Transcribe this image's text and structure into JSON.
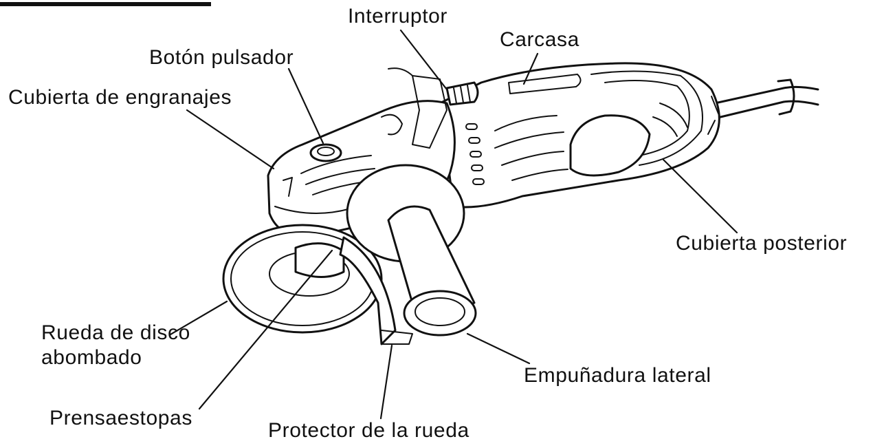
{
  "diagram": {
    "labels": {
      "interruptor": "Interruptor",
      "carcasa": "Carcasa",
      "boton_pulsador": "Botón pulsador",
      "cubierta_engranajes": "Cubierta de engranajes",
      "cubierta_posterior": "Cubierta posterior",
      "rueda_disco": "Rueda de disco abombado",
      "empunadura_lateral": "Empuñadura lateral",
      "prensaestopas": "Prensaestopas",
      "protector_rueda": "Protector de la rueda"
    },
    "colors": {
      "ink": "#111111",
      "background": "#ffffff"
    }
  }
}
